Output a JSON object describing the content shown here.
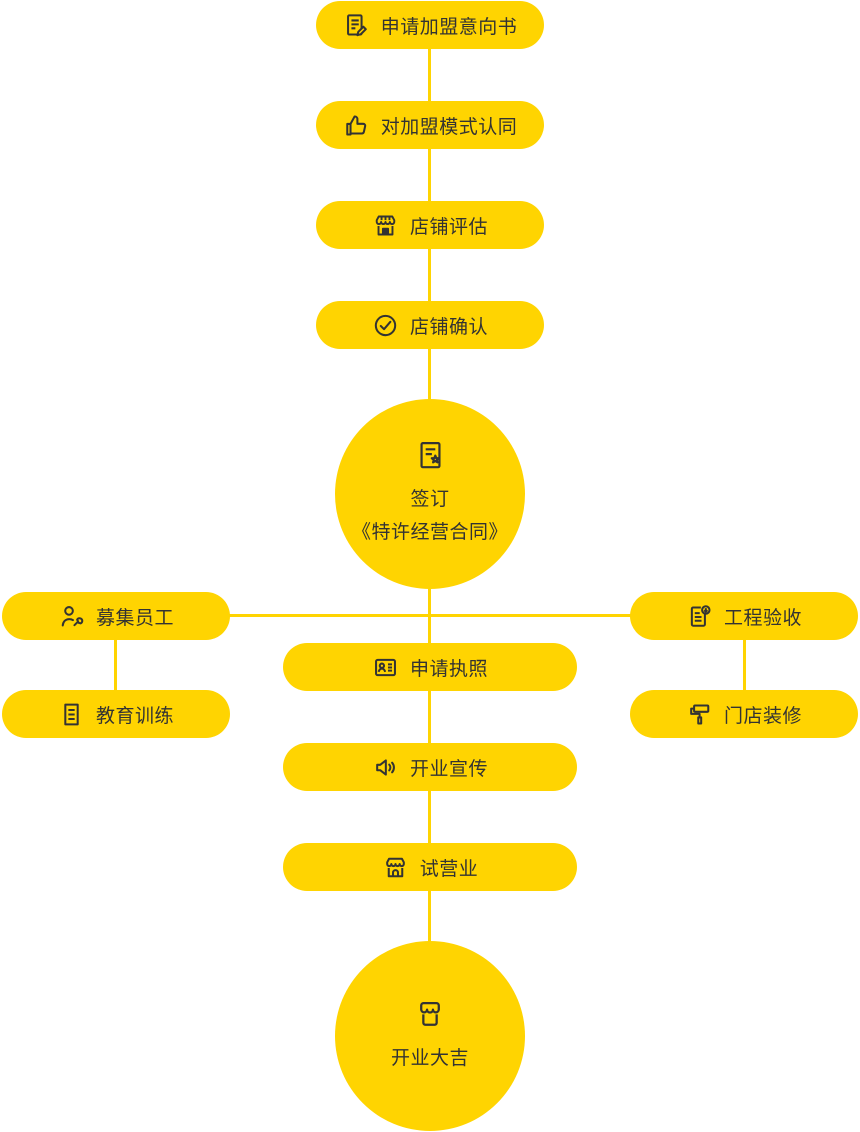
{
  "page": {
    "type": "franchise-joining-process-flowchart"
  },
  "colors": {
    "node_fill": "#FFD401",
    "connector": "#FFD401",
    "text": "#333333",
    "background": "#FFFFFF"
  },
  "flow": {
    "nodes": [
      {
        "id": "application-letter",
        "shape": "pill",
        "icon": "document-edit-icon",
        "label": "申请加盟意向书"
      },
      {
        "id": "model-agreement",
        "shape": "pill",
        "icon": "thumbs-up-icon",
        "label": "对加盟模式认同"
      },
      {
        "id": "shop-evaluation",
        "shape": "pill",
        "icon": "storefront-icon",
        "label": "店铺评估"
      },
      {
        "id": "shop-confirmation",
        "shape": "pill",
        "icon": "check-circle-icon",
        "label": "店铺确认"
      },
      {
        "id": "sign-contract",
        "shape": "circle",
        "icon": "contract-star-icon",
        "label_line1": "签订",
        "label_line2": "《特许经营合同》"
      },
      {
        "id": "recruit-staff",
        "shape": "pill",
        "icon": "person-wrench-icon",
        "label": "募集员工"
      },
      {
        "id": "education-training",
        "shape": "pill",
        "icon": "notebook-icon",
        "label": "教育训练"
      },
      {
        "id": "project-acceptance",
        "shape": "pill",
        "icon": "document-stamp-icon",
        "label": "工程验收"
      },
      {
        "id": "shop-decoration",
        "shape": "pill",
        "icon": "paint-roller-icon",
        "label": "门店装修"
      },
      {
        "id": "license-application",
        "shape": "pill",
        "icon": "id-card-icon",
        "label": "申请执照"
      },
      {
        "id": "opening-publicity",
        "shape": "pill",
        "icon": "megaphone-icon",
        "label": "开业宣传"
      },
      {
        "id": "trial-operation",
        "shape": "pill",
        "icon": "store-door-icon",
        "label": "试营业"
      },
      {
        "id": "grand-opening",
        "shape": "circle",
        "icon": "store-awning-icon",
        "label": "开业大吉"
      }
    ]
  }
}
